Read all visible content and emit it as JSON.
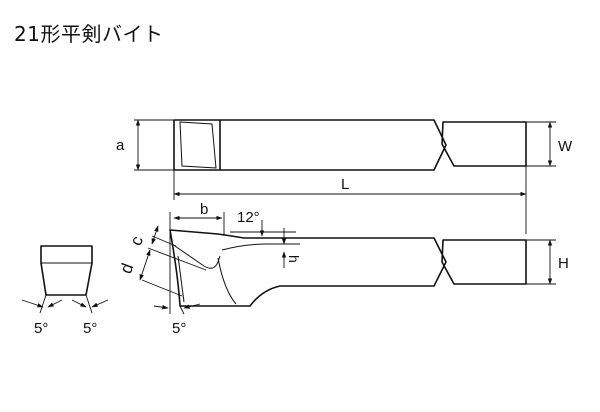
{
  "title": "21形平剣バイト",
  "labels": {
    "a": "a",
    "W": "W",
    "L": "L",
    "b": "b",
    "angle_top": "12°",
    "c": "c",
    "d": "d",
    "h": "h",
    "H": "H",
    "angle_side": "5°",
    "angle_front_left": "5°",
    "angle_front_right": "5°"
  },
  "colors": {
    "ink": "#111111",
    "background": "#ffffff"
  }
}
